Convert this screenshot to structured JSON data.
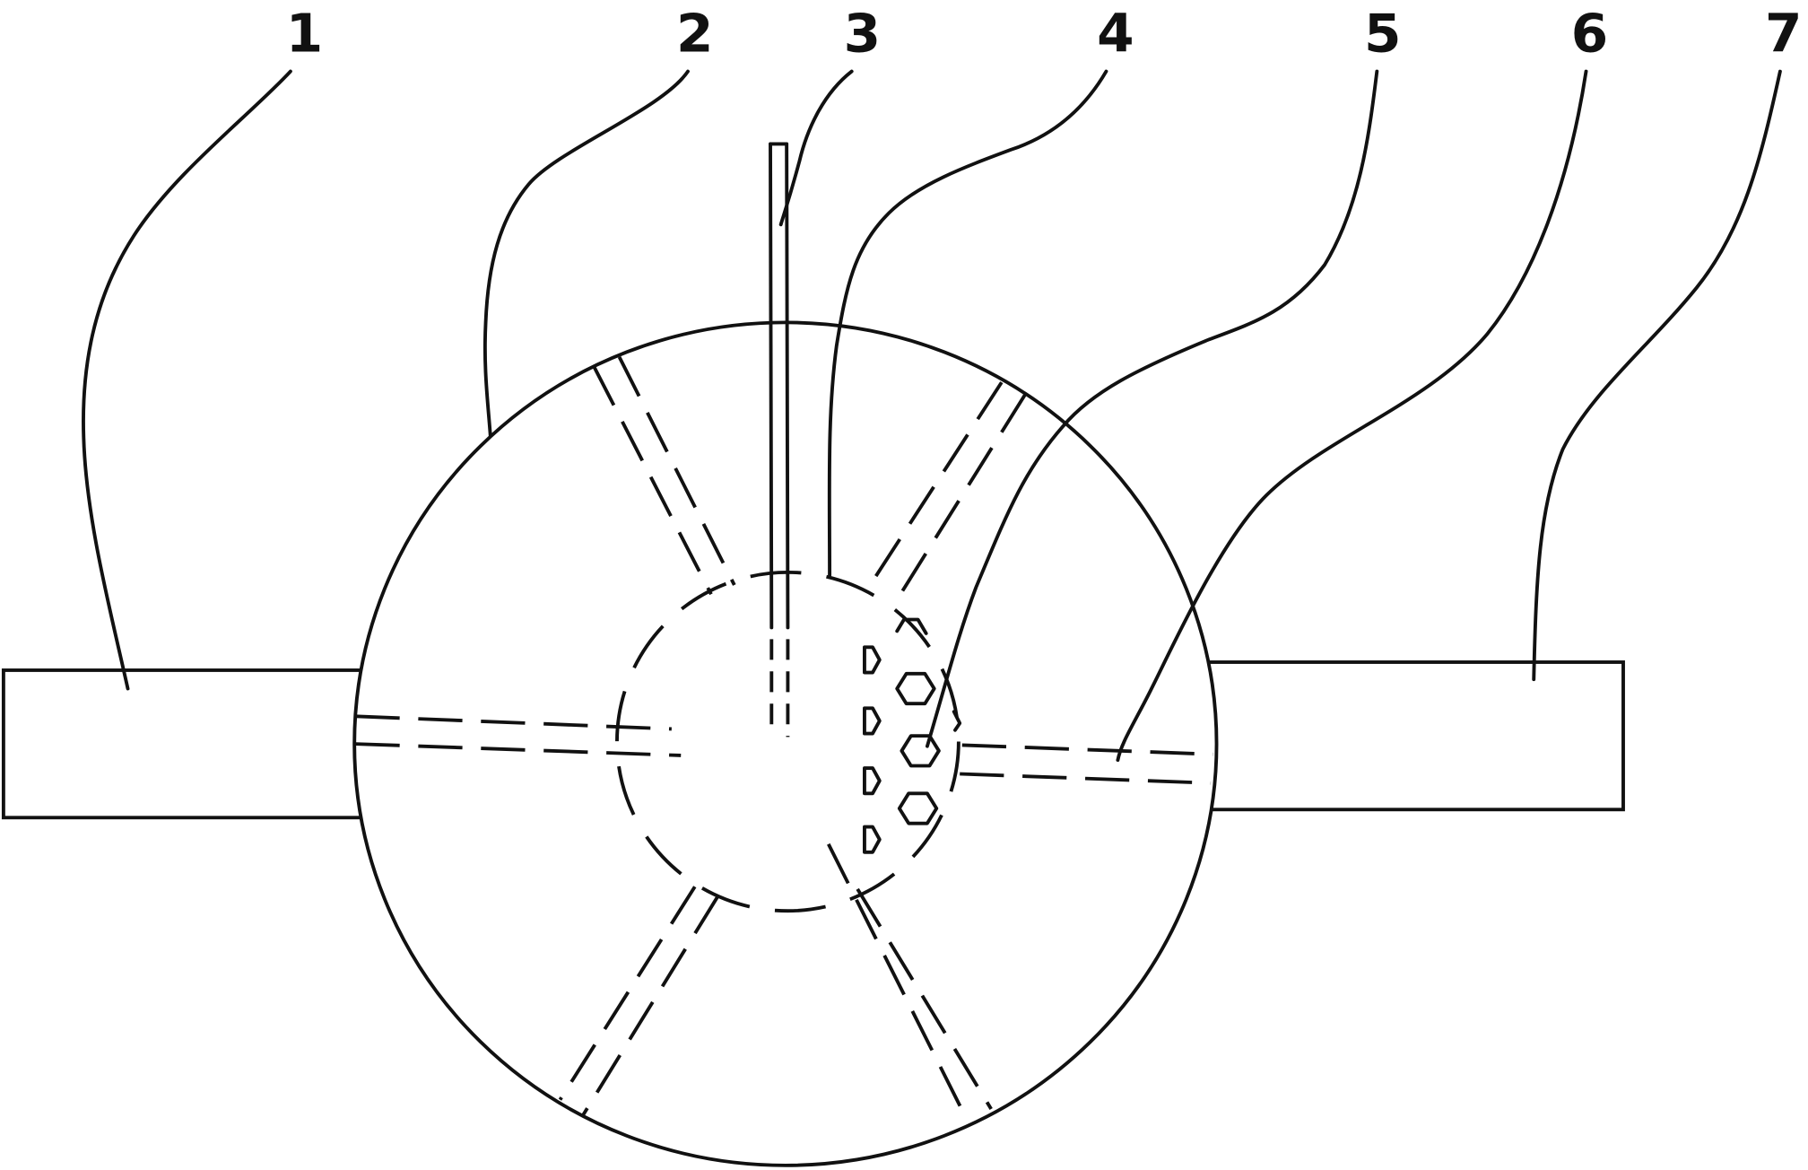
{
  "labels": [
    "1",
    "2",
    "3",
    "4",
    "5",
    "6",
    "7"
  ]
}
